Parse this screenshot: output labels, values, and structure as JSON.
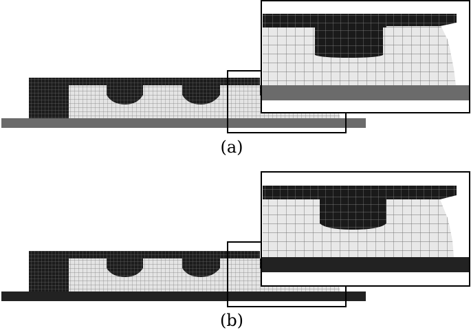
{
  "panels": [
    {
      "id": "a",
      "caption": "(a)",
      "substrate_color": "#6b6b6b",
      "zoom_substrate_color": "#6b6b6b"
    },
    {
      "id": "b",
      "caption": "(b)",
      "substrate_color": "#222222",
      "zoom_substrate_color": "#222222"
    }
  ],
  "colors": {
    "dark_mesh": "#1a1a1a",
    "light_mesh": "#e2e2e2",
    "mesh_line_light": "#7a7a7a",
    "mesh_line_dark": "#9a9a9a",
    "frame": "#000000"
  }
}
